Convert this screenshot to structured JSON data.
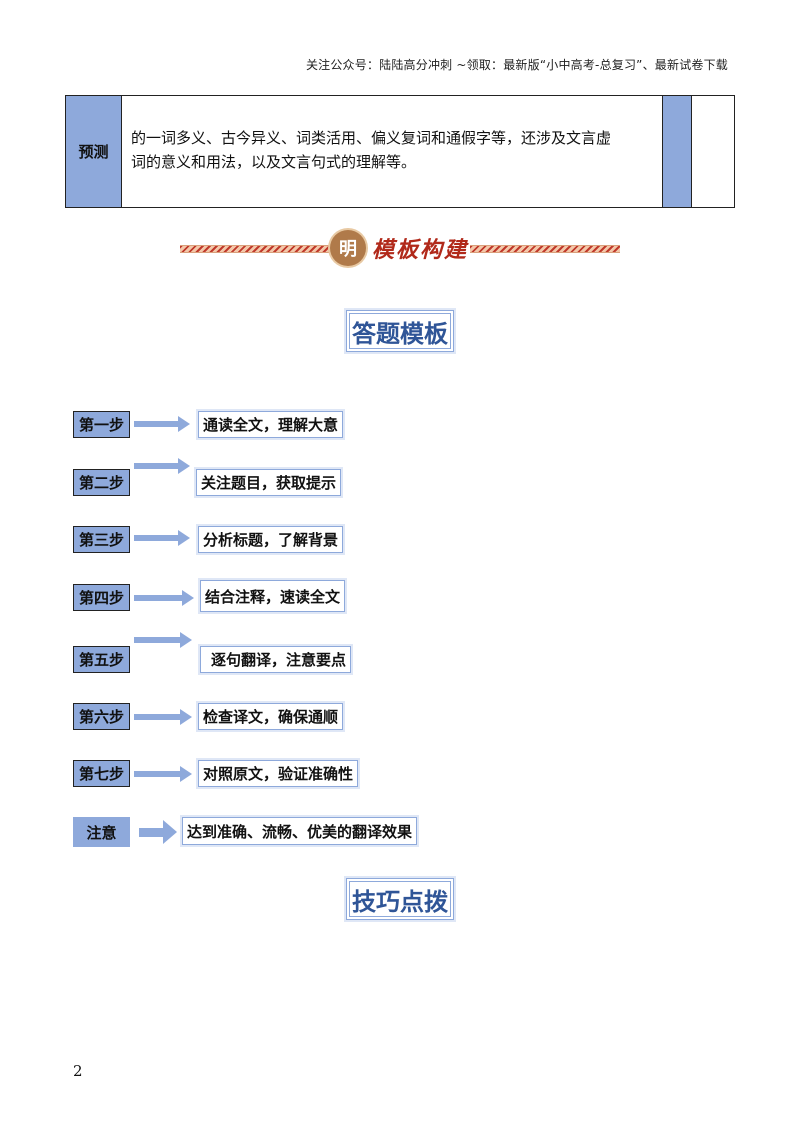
{
  "header": {
    "note": "关注公众号：陆陆高分冲刺 ~领取：最新版“小中高考-总复习”、最新试卷下载"
  },
  "predict": {
    "label": "预测",
    "line1": "的一词多义、古今异义、词类活用、偏义复词和通假字等，还涉及文言虚",
    "line2": "词的意义和用法，以及文言句式的理解等。"
  },
  "banner": {
    "seal": "明",
    "title": "模板构建"
  },
  "template_heading": "答题模板",
  "steps": [
    {
      "label": "第一步",
      "text": "通读全文，理解大意"
    },
    {
      "label": "第二步",
      "text": "关注题目，获取提示"
    },
    {
      "label": "第三步",
      "text": "分析标题，了解背景"
    },
    {
      "label": "第四步",
      "text": "结合注释，速读全文"
    },
    {
      "label": "第五步",
      "text": "逐句翻译，注意要点"
    },
    {
      "label": "第六步",
      "text": "检查译文，确保通顺"
    },
    {
      "label": "第七步",
      "text": "对照原文，验证准确性"
    }
  ],
  "note": {
    "label": "注意",
    "text": "达到准确、流畅、优美的翻译效果"
  },
  "tips_heading": "技巧点拨",
  "page_number": "2",
  "colors": {
    "accent_blue": "#8ea9db",
    "heading_blue": "#2f5597",
    "banner_red": "#b1291a"
  }
}
